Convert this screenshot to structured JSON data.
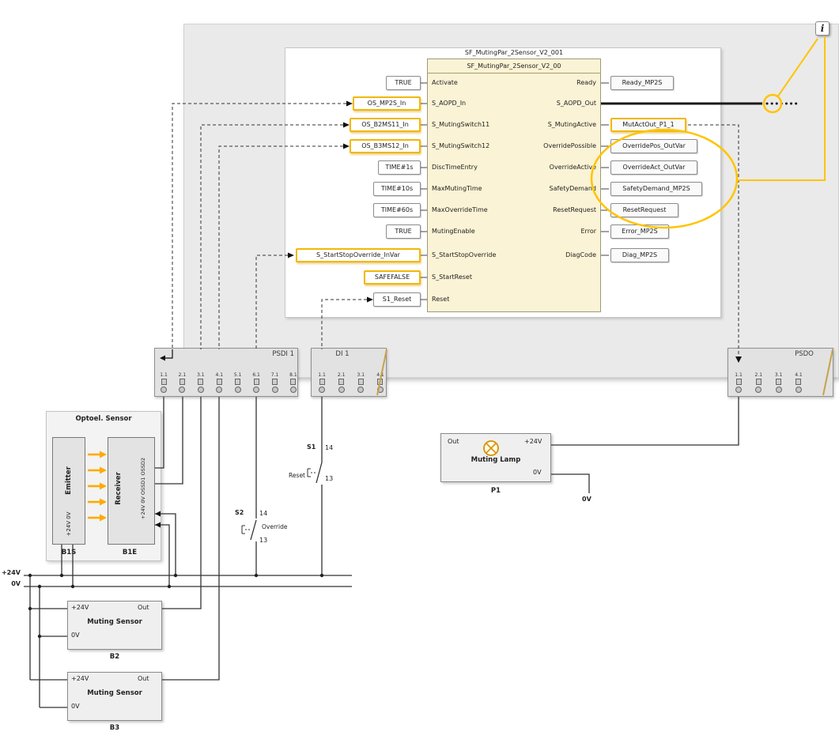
{
  "accent": {
    "highlight_yellow": "#FFC400",
    "beam_orange": "#FFAA00",
    "block_fill": "#FBF3D5"
  },
  "info_icon_label": "i",
  "function_block": {
    "instance_title": "SF_MutingPar_2Sensor_V2_001",
    "type_title": "SF_MutingPar_2Sensor_V2_00",
    "inputs": [
      {
        "value": "TRUE",
        "pin": "Activate"
      },
      {
        "value": "OS_MP2S_In",
        "pin": "S_AOPD_In"
      },
      {
        "value": "OS_B2MS11_In",
        "pin": "S_MutingSwitch11"
      },
      {
        "value": "OS_B3MS12_In",
        "pin": "S_MutingSwitch12"
      },
      {
        "value": "TIME#1s",
        "pin": "DiscTimeEntry"
      },
      {
        "value": "TIME#10s",
        "pin": "MaxMutingTime"
      },
      {
        "value": "TIME#60s",
        "pin": "MaxOverrideTime"
      },
      {
        "value": "TRUE",
        "pin": "MutingEnable"
      },
      {
        "value": "S_StartStopOverride_InVar",
        "pin": "S_StartStopOverride"
      },
      {
        "value": "SAFEFALSE",
        "pin": "S_StartReset"
      },
      {
        "value": "S1_Reset",
        "pin": "Reset"
      }
    ],
    "outputs": [
      {
        "pin": "Ready",
        "value": "Ready_MP2S"
      },
      {
        "pin": "S_AOPD_Out",
        "value": ""
      },
      {
        "pin": "S_MutingActive",
        "value": "MutActOut_P1_1"
      },
      {
        "pin": "OverridePossible",
        "value": "OverridePos_OutVar"
      },
      {
        "pin": "OverrideActive",
        "value": "OverrideAct_OutVar"
      },
      {
        "pin": "SafetyDemand",
        "value": "SafetyDemand_MP2S"
      },
      {
        "pin": "ResetRequest",
        "value": "ResetRequest"
      },
      {
        "pin": "Error",
        "value": "Error_MP2S"
      },
      {
        "pin": "DiagCode",
        "value": "Diag_MP2S"
      }
    ]
  },
  "terminals": {
    "psdi": {
      "label": "PSDI 1",
      "pins": [
        "1.1",
        "2.1",
        "3.1",
        "4.1",
        "5.1",
        "6.1",
        "7.1",
        "8.1"
      ]
    },
    "di": {
      "label": "DI 1",
      "pins": [
        "1.1",
        "2.1",
        "3.1",
        "4.1"
      ]
    },
    "psdo": {
      "label": "PSDO",
      "pins": [
        "1.1",
        "2.1",
        "3.1",
        "4.1"
      ]
    }
  },
  "optoel_sensor": {
    "title": "Optoel. Sensor",
    "emitter": {
      "label": "Emitter",
      "pins": "+24V 0V",
      "ref": "B1S"
    },
    "receiver": {
      "label": "Receiver",
      "pins": "+24V 0V OSSD1 OSSD2",
      "ref": "B1E"
    }
  },
  "switches": {
    "s1": {
      "name": "S1",
      "no_top": "14",
      "no_bottom": "13",
      "caption": "Reset"
    },
    "s2": {
      "name": "S2",
      "no_top": "14",
      "no_bottom": "13",
      "caption": "Override"
    }
  },
  "muting_lamp": {
    "out": "Out",
    "plus": "+24V",
    "title": "Muting Lamp",
    "zero": "0V",
    "ref": "P1",
    "wire_zero": "0V"
  },
  "muting_sensors": [
    {
      "plus": "+24V",
      "out": "Out",
      "title": "Muting Sensor",
      "zero": "0V",
      "ref": "B2"
    },
    {
      "plus": "+24V",
      "out": "Out",
      "title": "Muting Sensor",
      "zero": "0V",
      "ref": "B3"
    }
  ],
  "bus": {
    "plus": "+24V",
    "zero": "0V"
  }
}
